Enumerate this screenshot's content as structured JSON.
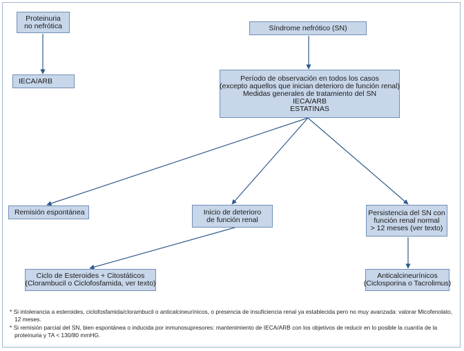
{
  "boxes": {
    "proteinuria": [
      "Proteinuria",
      "no nefrótica"
    ],
    "ieca_arb_left": [
      "IECA/ARB"
    ],
    "sindrome": [
      "Síndrome nefrótico (SN)"
    ],
    "observacion": [
      "Período de observación en todos los casos",
      "(excepto aquellos que inician deterioro de función renal)",
      "Medidas generales de tratamiento del SN",
      "IECA/ARB",
      "ESTATINAS"
    ],
    "remision": [
      "Remisión espontánea"
    ],
    "inicio": [
      "Inicio de deterioro",
      "de función renal"
    ],
    "persistencia": [
      "Persistencia del SN con",
      "función renal normal",
      "> 12 meses (ver texto)"
    ],
    "ciclo": [
      "Ciclo de Esteroides + Citostáticos",
      "(Clorambucil o Ciclofosfamida, ver texto)"
    ],
    "anticalcineurinicos": [
      "Anticalcineurínicos",
      "(Ciclosporina o Tacrolimus)"
    ]
  },
  "footnotes": [
    "* Si intolerancia a esteroides, ciclofosfamida/clorambucil o anticalcineurínicos, o presencia de insuficiencia renal ya establecida pero no muy avanzada: valorar Micofenolato, 12 meses.",
    "* Si remisión parcial del SN, bien espontánea o inducida por inmunosupresores: mantenimiento de IECA/ARB con los objetivos de reducir en lo posible la cuantía de la proteinuria y TA < 130/80 mmHG."
  ],
  "colors": {
    "box_fill": "#c7d6e9",
    "box_border": "#6f8fb5",
    "arrow": "#2f5b8a",
    "frame": "#9fb6cf"
  }
}
